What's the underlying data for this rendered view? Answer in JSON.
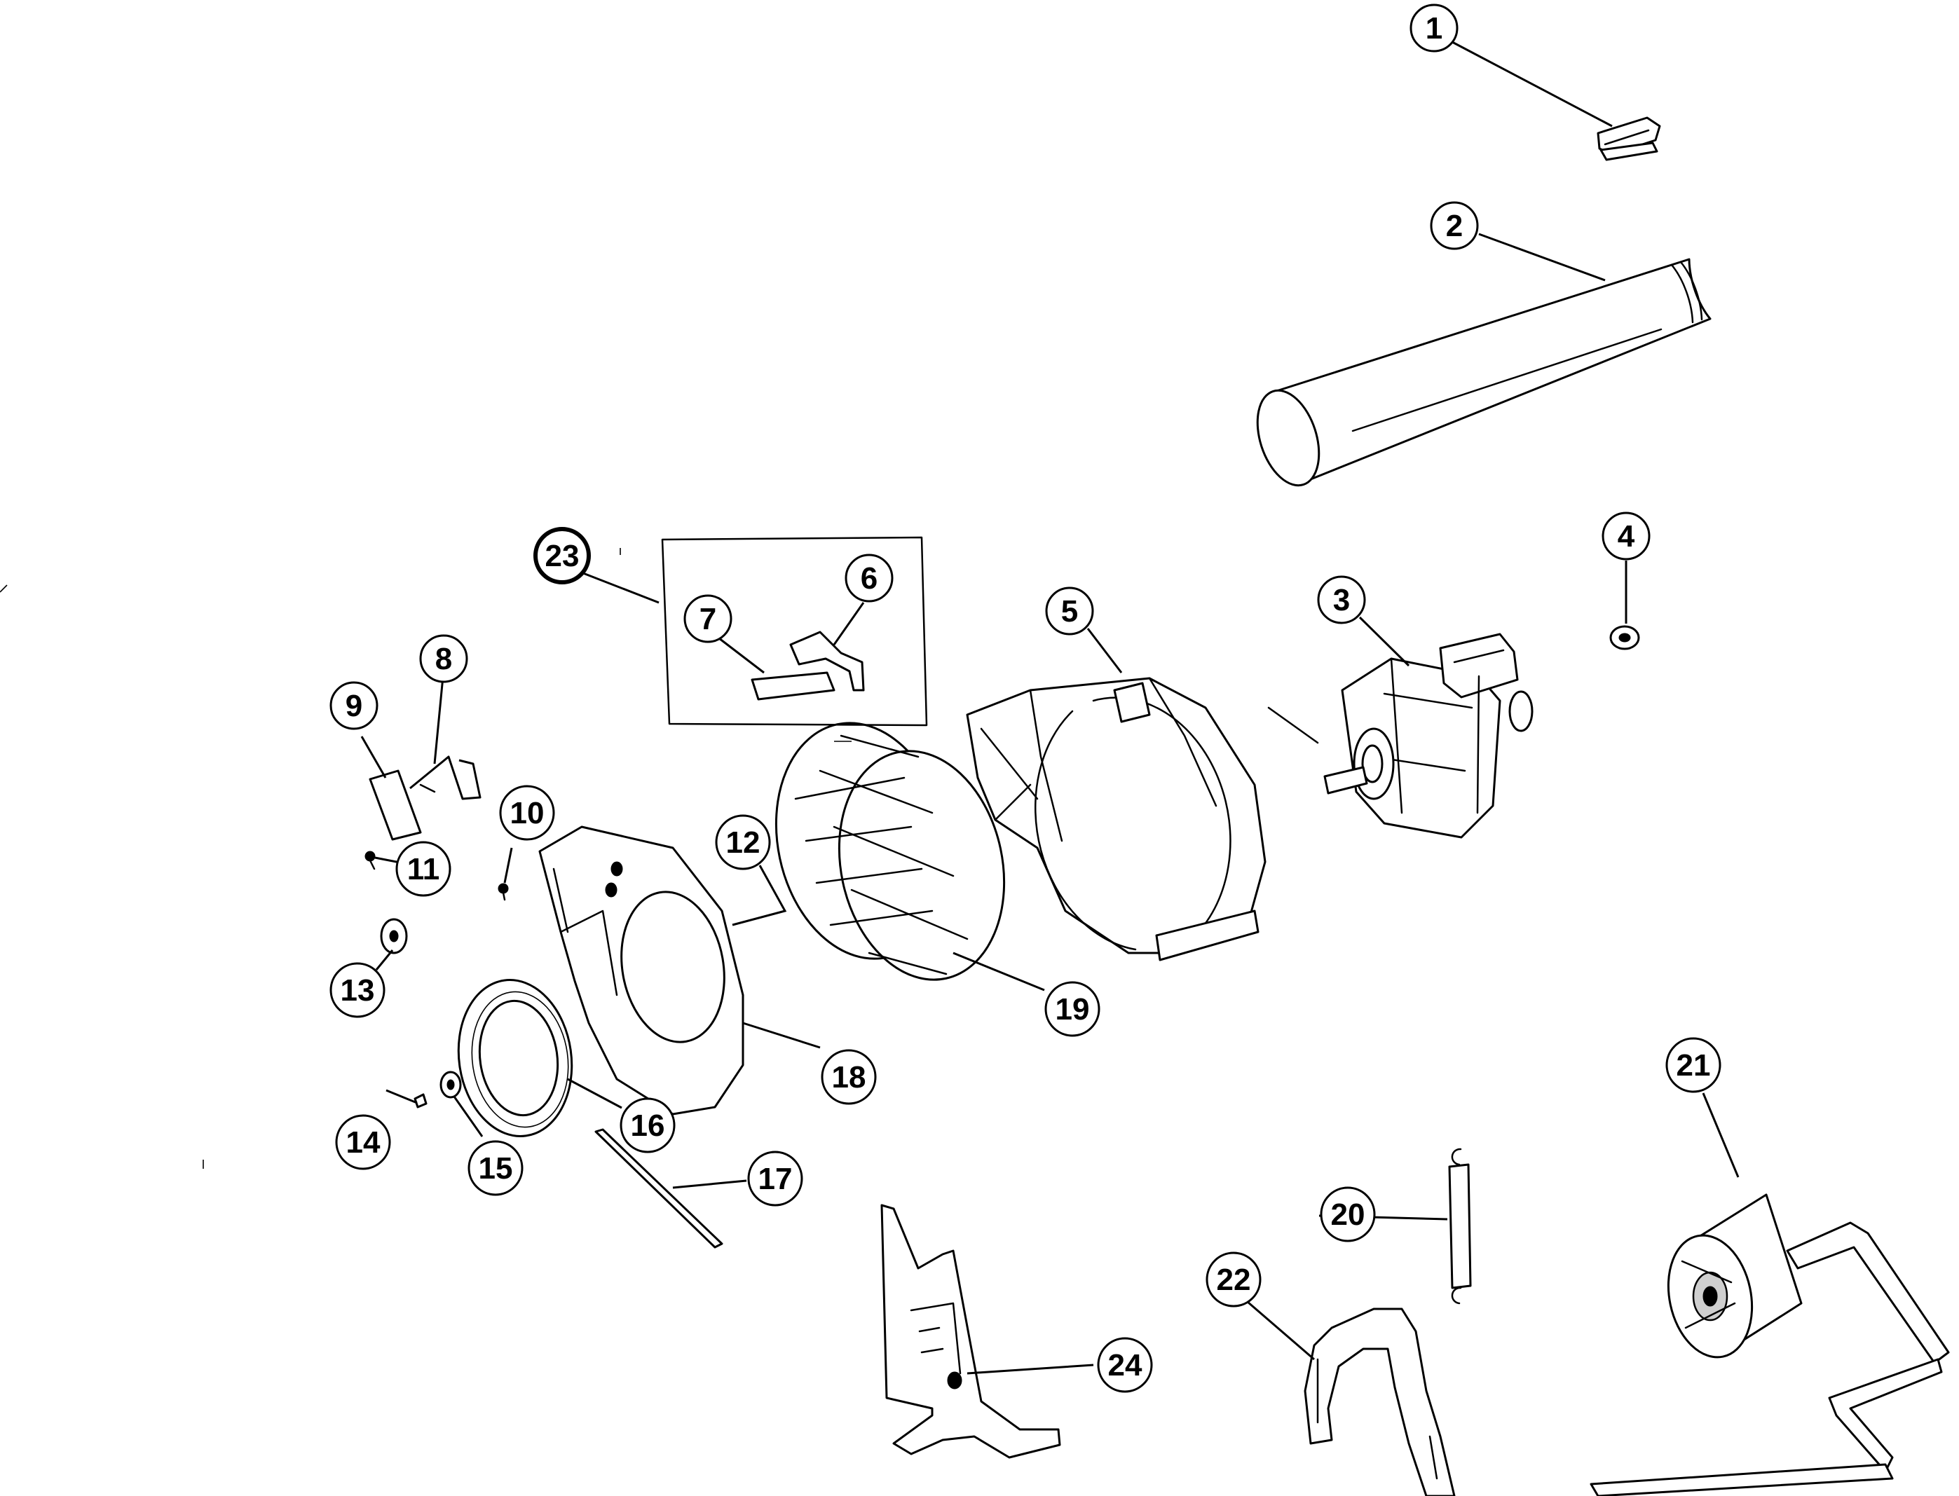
{
  "diagram": {
    "kind": "exploded-parts-view",
    "callouts": [
      {
        "id": "1",
        "label": "1"
      },
      {
        "id": "2",
        "label": "2"
      },
      {
        "id": "3",
        "label": "3"
      },
      {
        "id": "4",
        "label": "4"
      },
      {
        "id": "5",
        "label": "5"
      },
      {
        "id": "6",
        "label": "6"
      },
      {
        "id": "7",
        "label": "7"
      },
      {
        "id": "8",
        "label": "8"
      },
      {
        "id": "9",
        "label": "9"
      },
      {
        "id": "10",
        "label": "10"
      },
      {
        "id": "11",
        "label": "11"
      },
      {
        "id": "12",
        "label": "12"
      },
      {
        "id": "13",
        "label": "13"
      },
      {
        "id": "14",
        "label": "14"
      },
      {
        "id": "15",
        "label": "15"
      },
      {
        "id": "16",
        "label": "16"
      },
      {
        "id": "17",
        "label": "17"
      },
      {
        "id": "18",
        "label": "18"
      },
      {
        "id": "19",
        "label": "19"
      },
      {
        "id": "20",
        "label": "20"
      },
      {
        "id": "21",
        "label": "21"
      },
      {
        "id": "22",
        "label": "22"
      },
      {
        "id": "23",
        "label": "23"
      },
      {
        "id": "24",
        "label": "24"
      }
    ]
  }
}
